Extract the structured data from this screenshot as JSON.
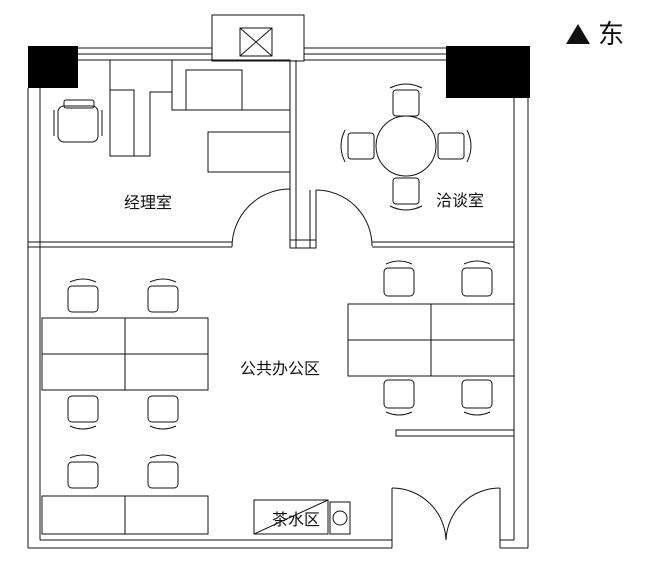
{
  "compass": {
    "arrow_icon": "triangle-up",
    "direction_label": "东"
  },
  "rooms": {
    "manager_office": "经理室",
    "meeting_room": "洽谈室",
    "open_office": "公共办公区",
    "tea_room": "茶水区"
  },
  "colors": {
    "line": "#111111",
    "column_fill": "#000000",
    "background": "#ffffff"
  }
}
